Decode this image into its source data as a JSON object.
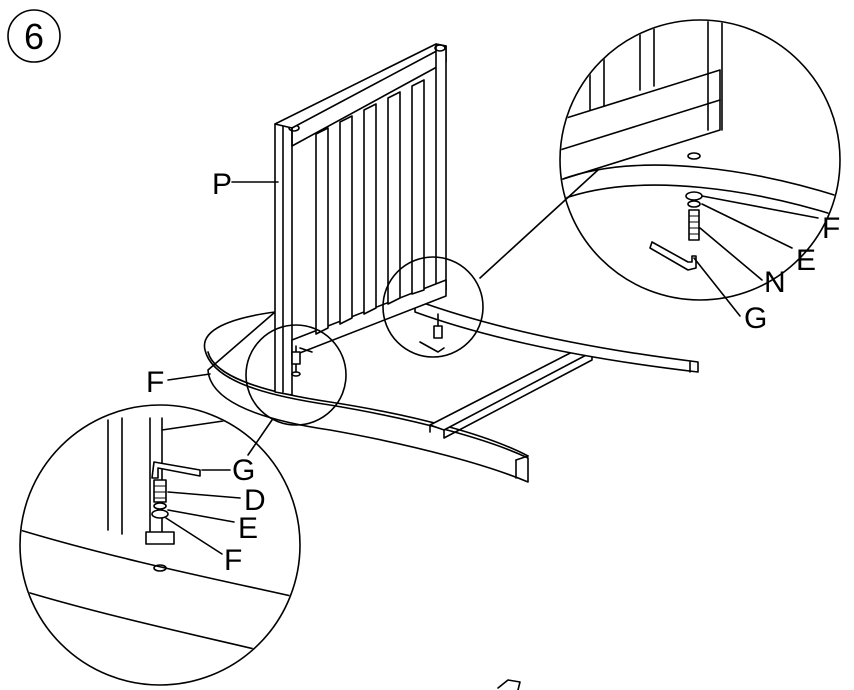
{
  "step": {
    "number": "6"
  },
  "labels": {
    "main_panel": "P",
    "main_washer": "F",
    "right_detail": [
      "F",
      "E",
      "N",
      "G"
    ],
    "left_detail": [
      "G",
      "D",
      "E",
      "F"
    ]
  },
  "icons": {
    "step_badge": "circled-number-icon",
    "allen_key": "allen-key-icon",
    "bolt": "bolt-icon",
    "washer": "washer-icon"
  }
}
